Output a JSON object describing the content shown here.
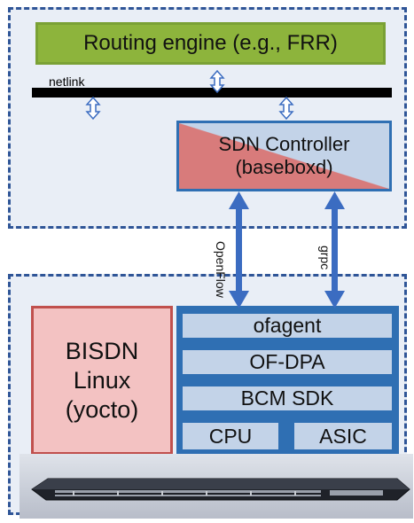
{
  "diagram": {
    "routing_engine": "Routing engine (e.g., FRR)",
    "netlink": "netlink",
    "sdn_controller": {
      "line1": "SDN Controller",
      "line2": "(baseboxd)"
    },
    "openflow": "OpenFlow",
    "grpc": "grpc",
    "bisdn_linux": {
      "line1": "BISDN",
      "line2": "Linux",
      "line3": "(yocto)"
    },
    "stack": {
      "ofagent": "ofagent",
      "ofdpa": "OF-DPA",
      "bcm_sdk": "BCM SDK",
      "cpu": "CPU",
      "asic": "ASIC"
    }
  },
  "colors": {
    "region_border": "#2f5597",
    "routing_green": "#8db43c",
    "sdn_red": "#d87b7b",
    "stack_blue": "#2f6fb3",
    "box_light_blue": "#c3d3e8",
    "bisdn_red_border": "#c0504d"
  },
  "icons": {
    "netlink_arrows": "double-headed-arrow-icon",
    "link_arrows": "vertical-double-arrow-icon",
    "hardware": "network-switch-image"
  }
}
